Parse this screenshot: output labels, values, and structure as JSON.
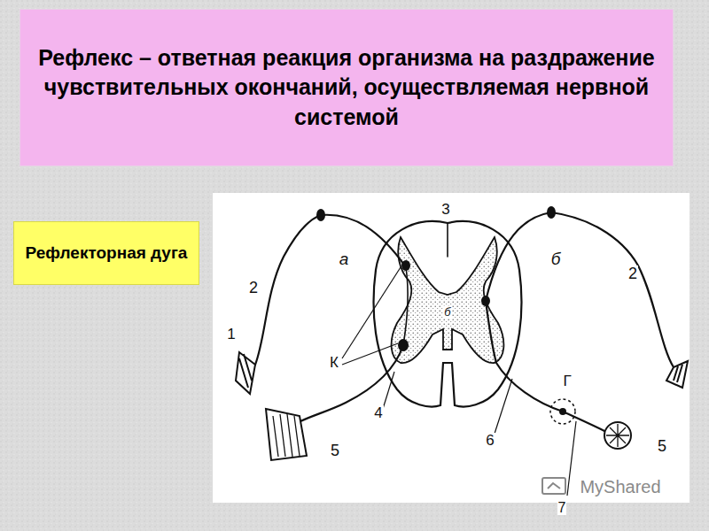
{
  "diagram": {
    "nodes": [
      {
        "text": [
          "Рефлекс – ответная реакция организма на раздражение чувствительных окончаний, осуществляемая нервной системой"
        ]
      },
      {
        "text": [
          "Рефлекторная дуга"
        ]
      }
    ],
    "labels": [
      "3",
      "а",
      "б",
      "2",
      "2",
      "К",
      "б",
      "1",
      "Г",
      "4",
      "6",
      "5",
      "5",
      "7",
      "MyShared"
    ]
  }
}
